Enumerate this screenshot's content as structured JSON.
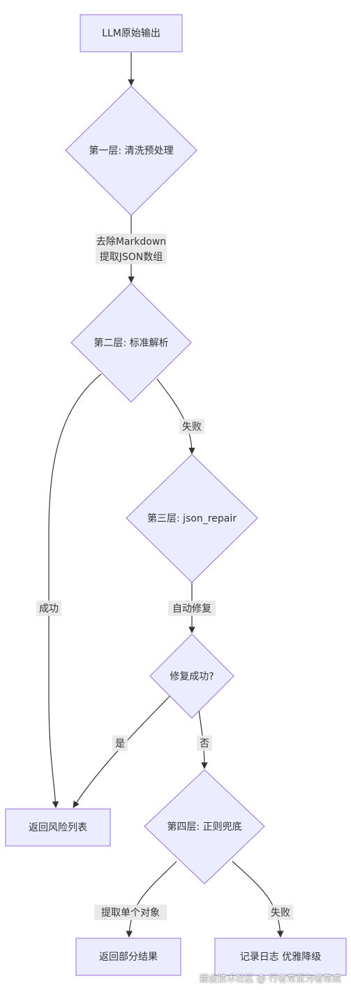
{
  "nodes": {
    "llm_output": "LLM原始输出",
    "layer1": "第一层: 清洗预处理",
    "layer2": "第二层: 标准解析",
    "layer3": "第三层: json_repair",
    "repair_ok": "修复成功?",
    "return_risk_list": "返回风险列表",
    "layer4": "第四层: 正则兜底",
    "return_partial": "返回部分结果",
    "log_degrade": "记录日志 优雅降级"
  },
  "edges": {
    "l1_to_l2_line1": "去除Markdown",
    "l1_to_l2_line2": "提取JSON数组",
    "l2_fail": "失败",
    "l2_success": "成功",
    "l3_auto_fix": "自动修复",
    "repair_yes": "是",
    "repair_no": "否",
    "l4_extract": "提取单个对象",
    "l4_fail": "失败"
  },
  "watermark": "掘金技术社区 @ 行者常至为者常成",
  "colors": {
    "node_fill": "#ECECFF",
    "node_stroke": "#9370DB",
    "edge": "#333333",
    "label_bg": "#e8e8e8"
  }
}
